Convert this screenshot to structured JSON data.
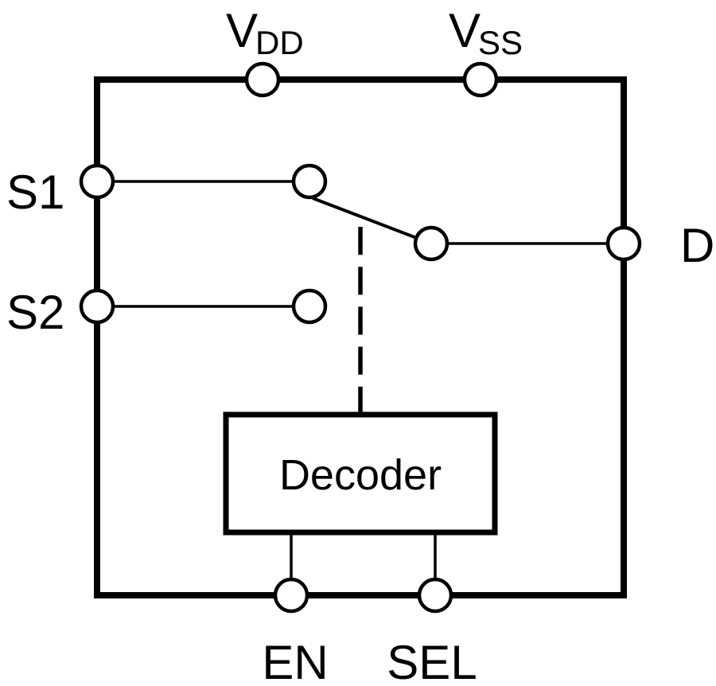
{
  "diagram": {
    "blocks": {
      "decoder": {
        "label": "Decoder"
      }
    },
    "pins": {
      "vdd": {
        "base": "V",
        "sub": "DD"
      },
      "vss": {
        "base": "V",
        "sub": "SS"
      },
      "s1": {
        "label": "S1"
      },
      "s2": {
        "label": "S2"
      },
      "d": {
        "label": "D"
      },
      "en": {
        "label": "EN"
      },
      "sel": {
        "label": "SEL"
      }
    },
    "colors": {
      "line": "#000000",
      "background": "#ffffff"
    }
  }
}
